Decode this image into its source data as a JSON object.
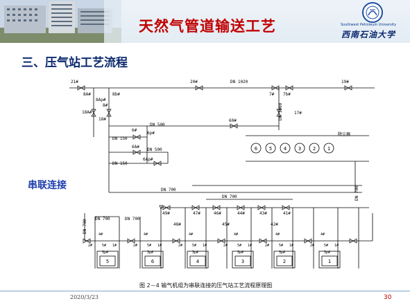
{
  "slide": {
    "title": "天然气管道输送工艺",
    "section_title": "三、压气站工艺流程",
    "side_label": "串联连接",
    "date": "2020/3/23",
    "page_number": "30",
    "caption": "图 2－4   输气机组为串联连接的压气站工艺流程原理图"
  },
  "logo": {
    "english": "Southwest Petroleum University",
    "chinese": "西南石油大学"
  },
  "diagram": {
    "valve_labels": [
      "21#",
      "20#",
      "19#",
      "7#",
      "7b#",
      "8A#",
      "8b#",
      "8Ap#",
      "8#",
      "18A#",
      "18#",
      "17#",
      "6#",
      "6p#",
      "6A#",
      "6Ap#",
      "60#",
      "49#",
      "47#",
      "46#",
      "44#",
      "43#",
      "42#",
      "41#",
      "48#",
      "45#"
    ],
    "pipe_labels": [
      "DN 1020",
      "DN 1000",
      "DN 500",
      "DN 150",
      "DN 500",
      "DN 150",
      "DN 700",
      "DN 700",
      "DN 700",
      "DN 700",
      "DN 700",
      "DN 700",
      "DN 700"
    ],
    "filter_label": "除尘器",
    "separators": [
      "6",
      "5",
      "4",
      "3",
      "2",
      "1"
    ],
    "unit_labels": [
      "5",
      "6",
      "4",
      "3",
      "2",
      "1"
    ],
    "unit_valve_labels": [
      "2#",
      "4#",
      "5#",
      "1#",
      "3p#"
    ]
  },
  "colors": {
    "title_red": "#c00000",
    "section_blue": "#0b2a6e",
    "label_blue": "#1f3fae",
    "line": "#000000"
  }
}
